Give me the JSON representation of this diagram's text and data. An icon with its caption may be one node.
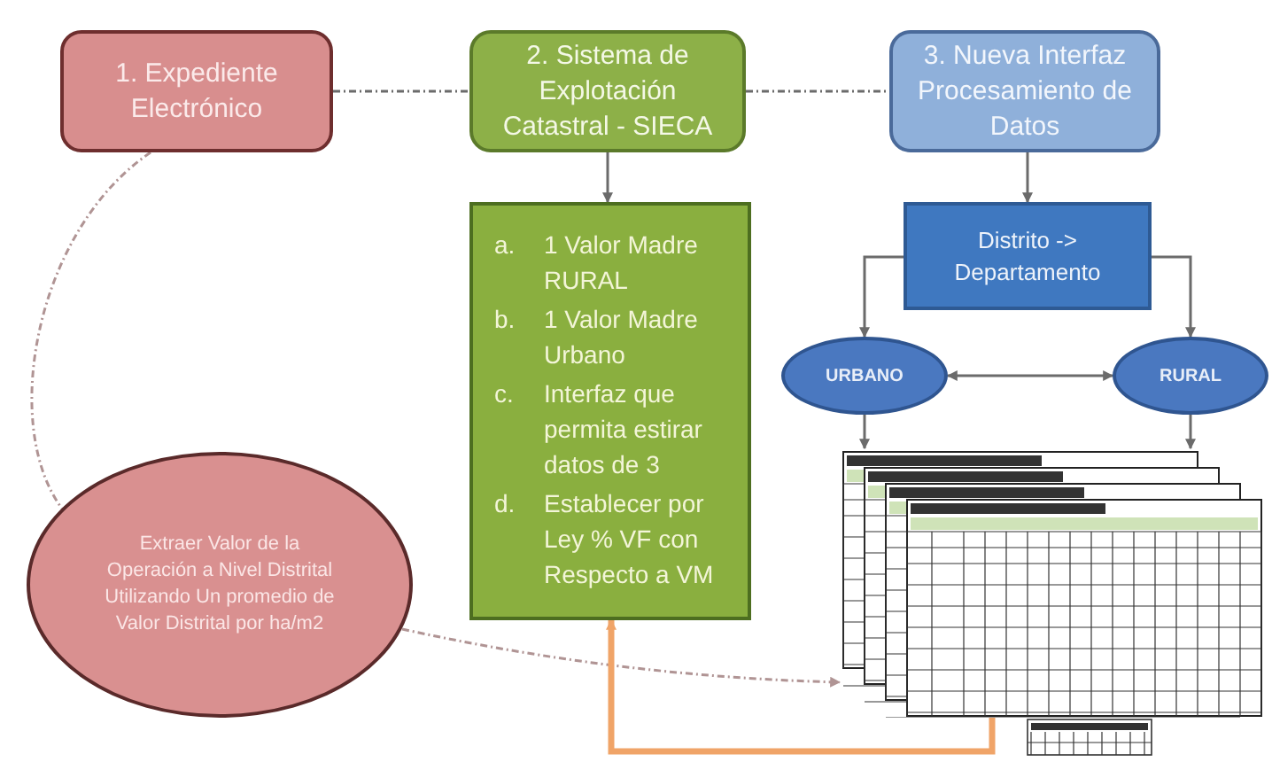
{
  "diagram": {
    "nodes": [
      {
        "text": [
          "1. Expediente Electrónico"
        ]
      },
      {
        "text": [
          "2. Sistema de Explotación Catastral - SIECA"
        ]
      },
      {
        "text": [
          "3. Nueva Interfaz Procesamiento de Datos"
        ]
      },
      {
        "text": [
          "a.",
          "1 Valor Madre RURAL",
          "b.",
          "1 Valor Madre Urbano",
          "c.",
          "Interfaz que permita estirar datos de 3",
          "d.",
          "Establecer por Ley % VF con Respecto a VM"
        ]
      },
      {
        "text": [
          "Distrito -> Departamento"
        ]
      },
      {
        "text": [
          "URBANO"
        ]
      },
      {
        "text": [
          "RURAL"
        ]
      },
      {
        "text": [],
        "shape": "picture"
      },
      {
        "text": [
          "Extraer Valor de la Operación a Nivel Distrital Utilizando Un promedio de Valor Distrital por ha/m2"
        ]
      }
    ],
    "edges": [
      {
        "from": 0,
        "to": 1,
        "arrow": "none",
        "style": "dashed"
      },
      {
        "from": 1,
        "to": 2,
        "arrow": "none",
        "style": "dashed"
      },
      {
        "from": 1,
        "to": 3,
        "arrow": "to"
      },
      {
        "from": 2,
        "to": 4,
        "arrow": "to"
      },
      {
        "from": 4,
        "to": 5,
        "arrow": "to"
      },
      {
        "from": 4,
        "to": 6,
        "arrow": "to"
      },
      {
        "from": 5,
        "to": 6,
        "arrow": "both"
      },
      {
        "from": 5,
        "to": 7,
        "arrow": "to"
      },
      {
        "from": 6,
        "to": 7,
        "arrow": "to"
      },
      {
        "from": 0,
        "to": 8,
        "arrow": "none",
        "style": "dashed",
        "color": "#b09494"
      },
      {
        "from": 8,
        "to": 7,
        "arrow": "to",
        "style": "dashed",
        "color": "#b09494"
      },
      {
        "from": 7,
        "to": 3,
        "arrow": "to",
        "style": "thick",
        "color": "#f0a468"
      }
    ]
  }
}
